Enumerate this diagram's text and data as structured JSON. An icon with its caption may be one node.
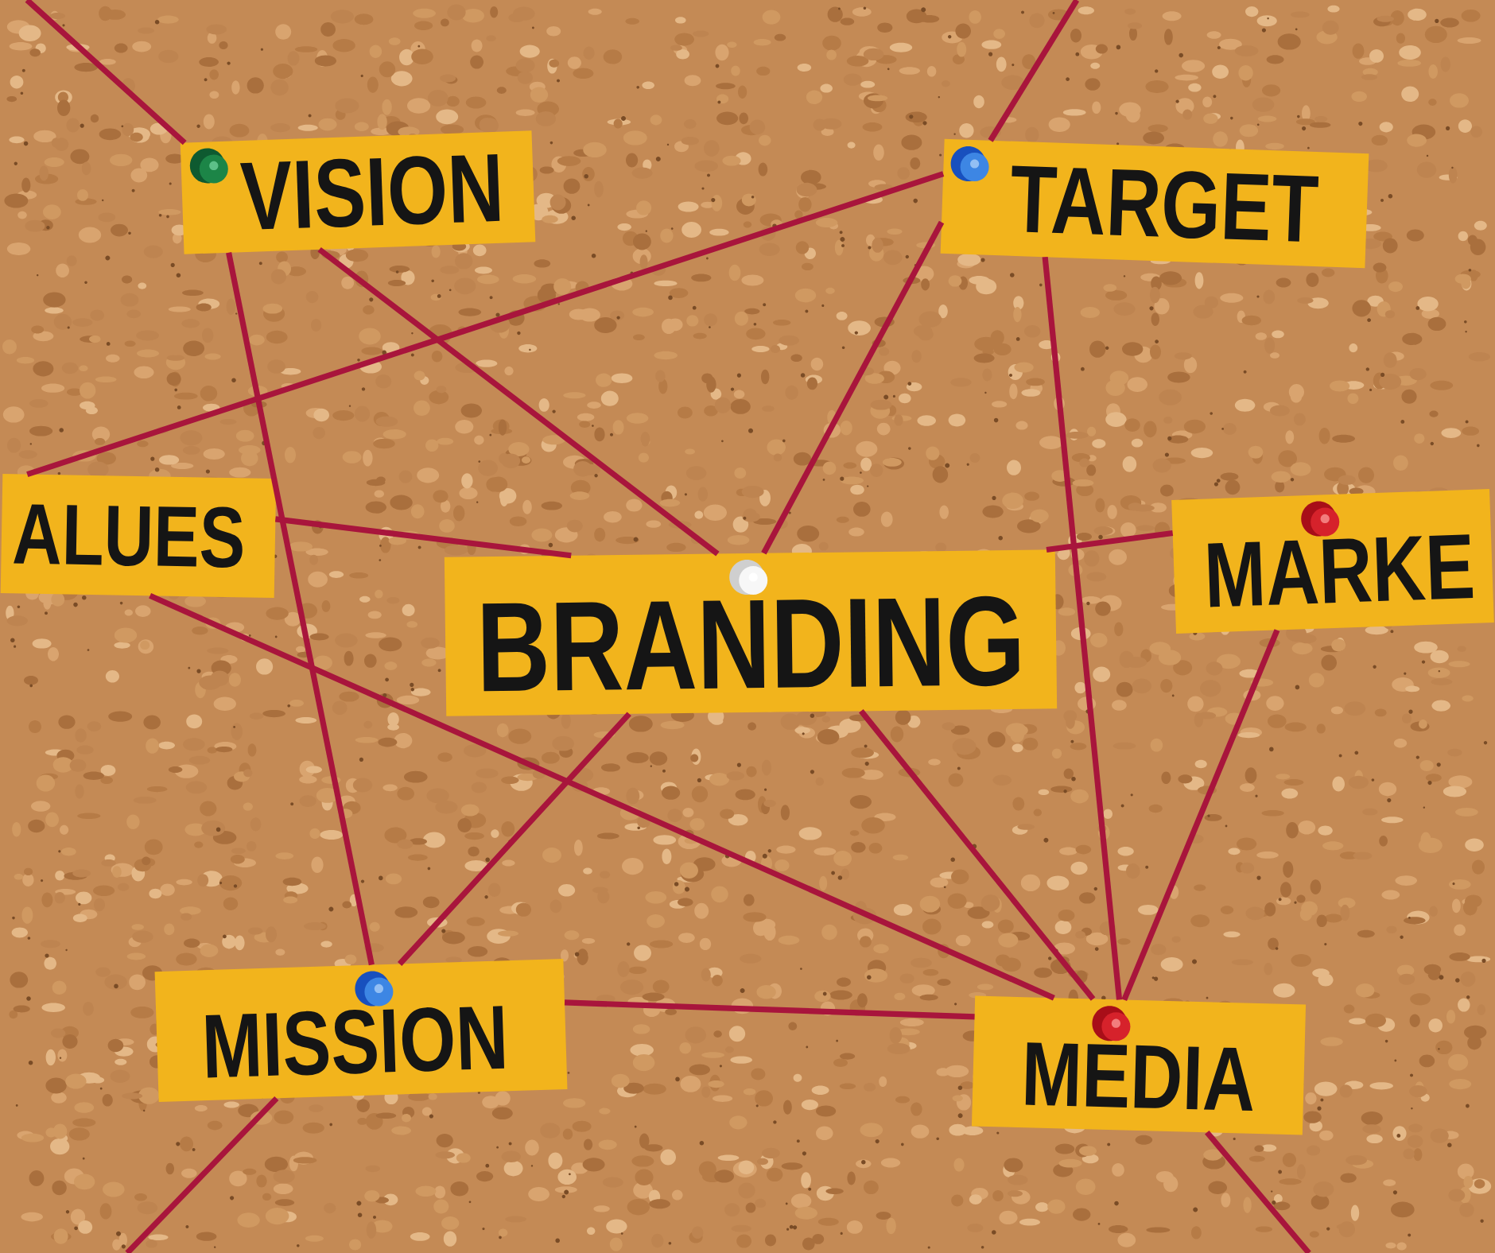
{
  "diagram": {
    "nodes": [
      {
        "text": [
          "VISION"
        ]
      },
      {
        "text": [
          "TARGET"
        ]
      },
      {
        "text": [
          "ALUES"
        ]
      },
      {
        "text": [
          "BRANDING"
        ]
      },
      {
        "text": [
          "MARKE"
        ]
      },
      {
        "text": [
          "MISSION"
        ]
      },
      {
        "text": [
          "MEDIA"
        ]
      }
    ],
    "edges": [
      {
        "from": 0,
        "to": null,
        "arrow": "none"
      },
      {
        "from": 0,
        "to": 3,
        "arrow": "none"
      },
      {
        "from": 0,
        "to": 5,
        "arrow": "none"
      },
      {
        "from": 1,
        "to": null,
        "arrow": "none"
      },
      {
        "from": 1,
        "to": 2,
        "arrow": "none"
      },
      {
        "from": 1,
        "to": 3,
        "arrow": "none"
      },
      {
        "from": 1,
        "to": 6,
        "arrow": "none"
      },
      {
        "from": 2,
        "to": 3,
        "arrow": "none"
      },
      {
        "from": 2,
        "to": 6,
        "arrow": "none"
      },
      {
        "from": 3,
        "to": 4,
        "arrow": "none"
      },
      {
        "from": 3,
        "to": 5,
        "arrow": "none"
      },
      {
        "from": 3,
        "to": 6,
        "arrow": "none"
      },
      {
        "from": 4,
        "to": 6,
        "arrow": "none"
      },
      {
        "from": 5,
        "to": 6,
        "arrow": "none"
      },
      {
        "from": 5,
        "to": null,
        "arrow": "none"
      },
      {
        "from": 6,
        "to": null,
        "arrow": "none"
      }
    ]
  }
}
